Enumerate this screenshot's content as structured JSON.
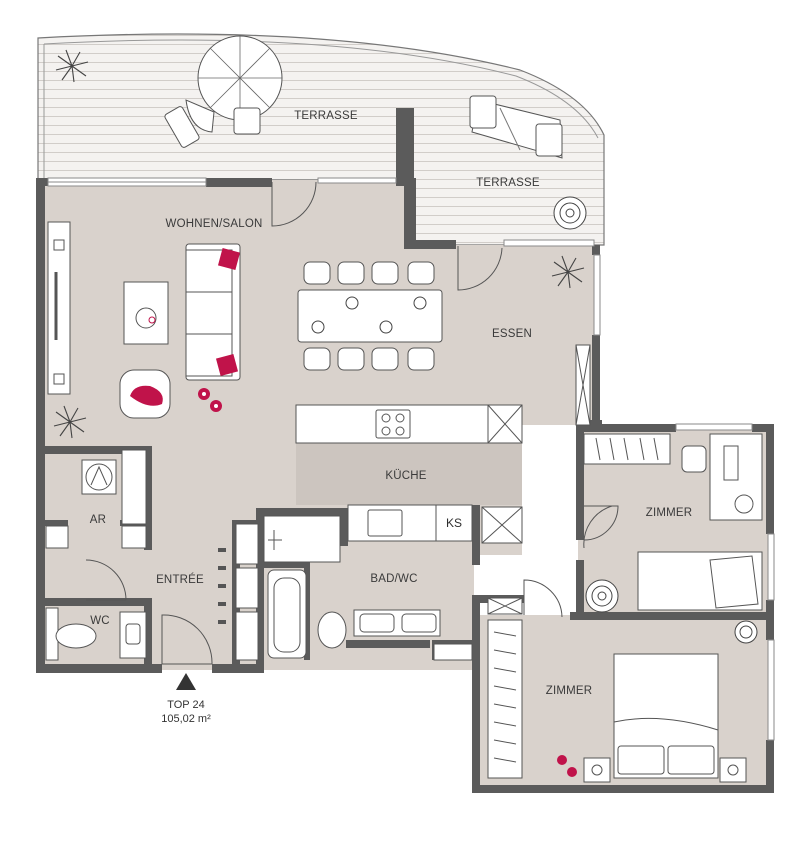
{
  "rooms": {
    "terrasse_1": "TERRASSE",
    "terrasse_2": "TERRASSE",
    "wohnen": "WOHNEN/SALON",
    "essen": "ESSEN",
    "kueche": "KÜCHE",
    "ar": "AR",
    "entree": "ENTRÉE",
    "wc": "WC",
    "bad": "BAD/WC",
    "zimmer_1": "ZIMMER",
    "zimmer_2": "ZIMMER"
  },
  "fixtures": {
    "ks": "KS"
  },
  "unit": {
    "name": "TOP 24",
    "area": "105,02 m²"
  },
  "colors": {
    "floor": "#d9d2cc",
    "kitchen_floor": "#ccc5bf",
    "wall": "#5b5b5b",
    "terrace": "#f3f1ef",
    "accent": "#c0134a"
  }
}
